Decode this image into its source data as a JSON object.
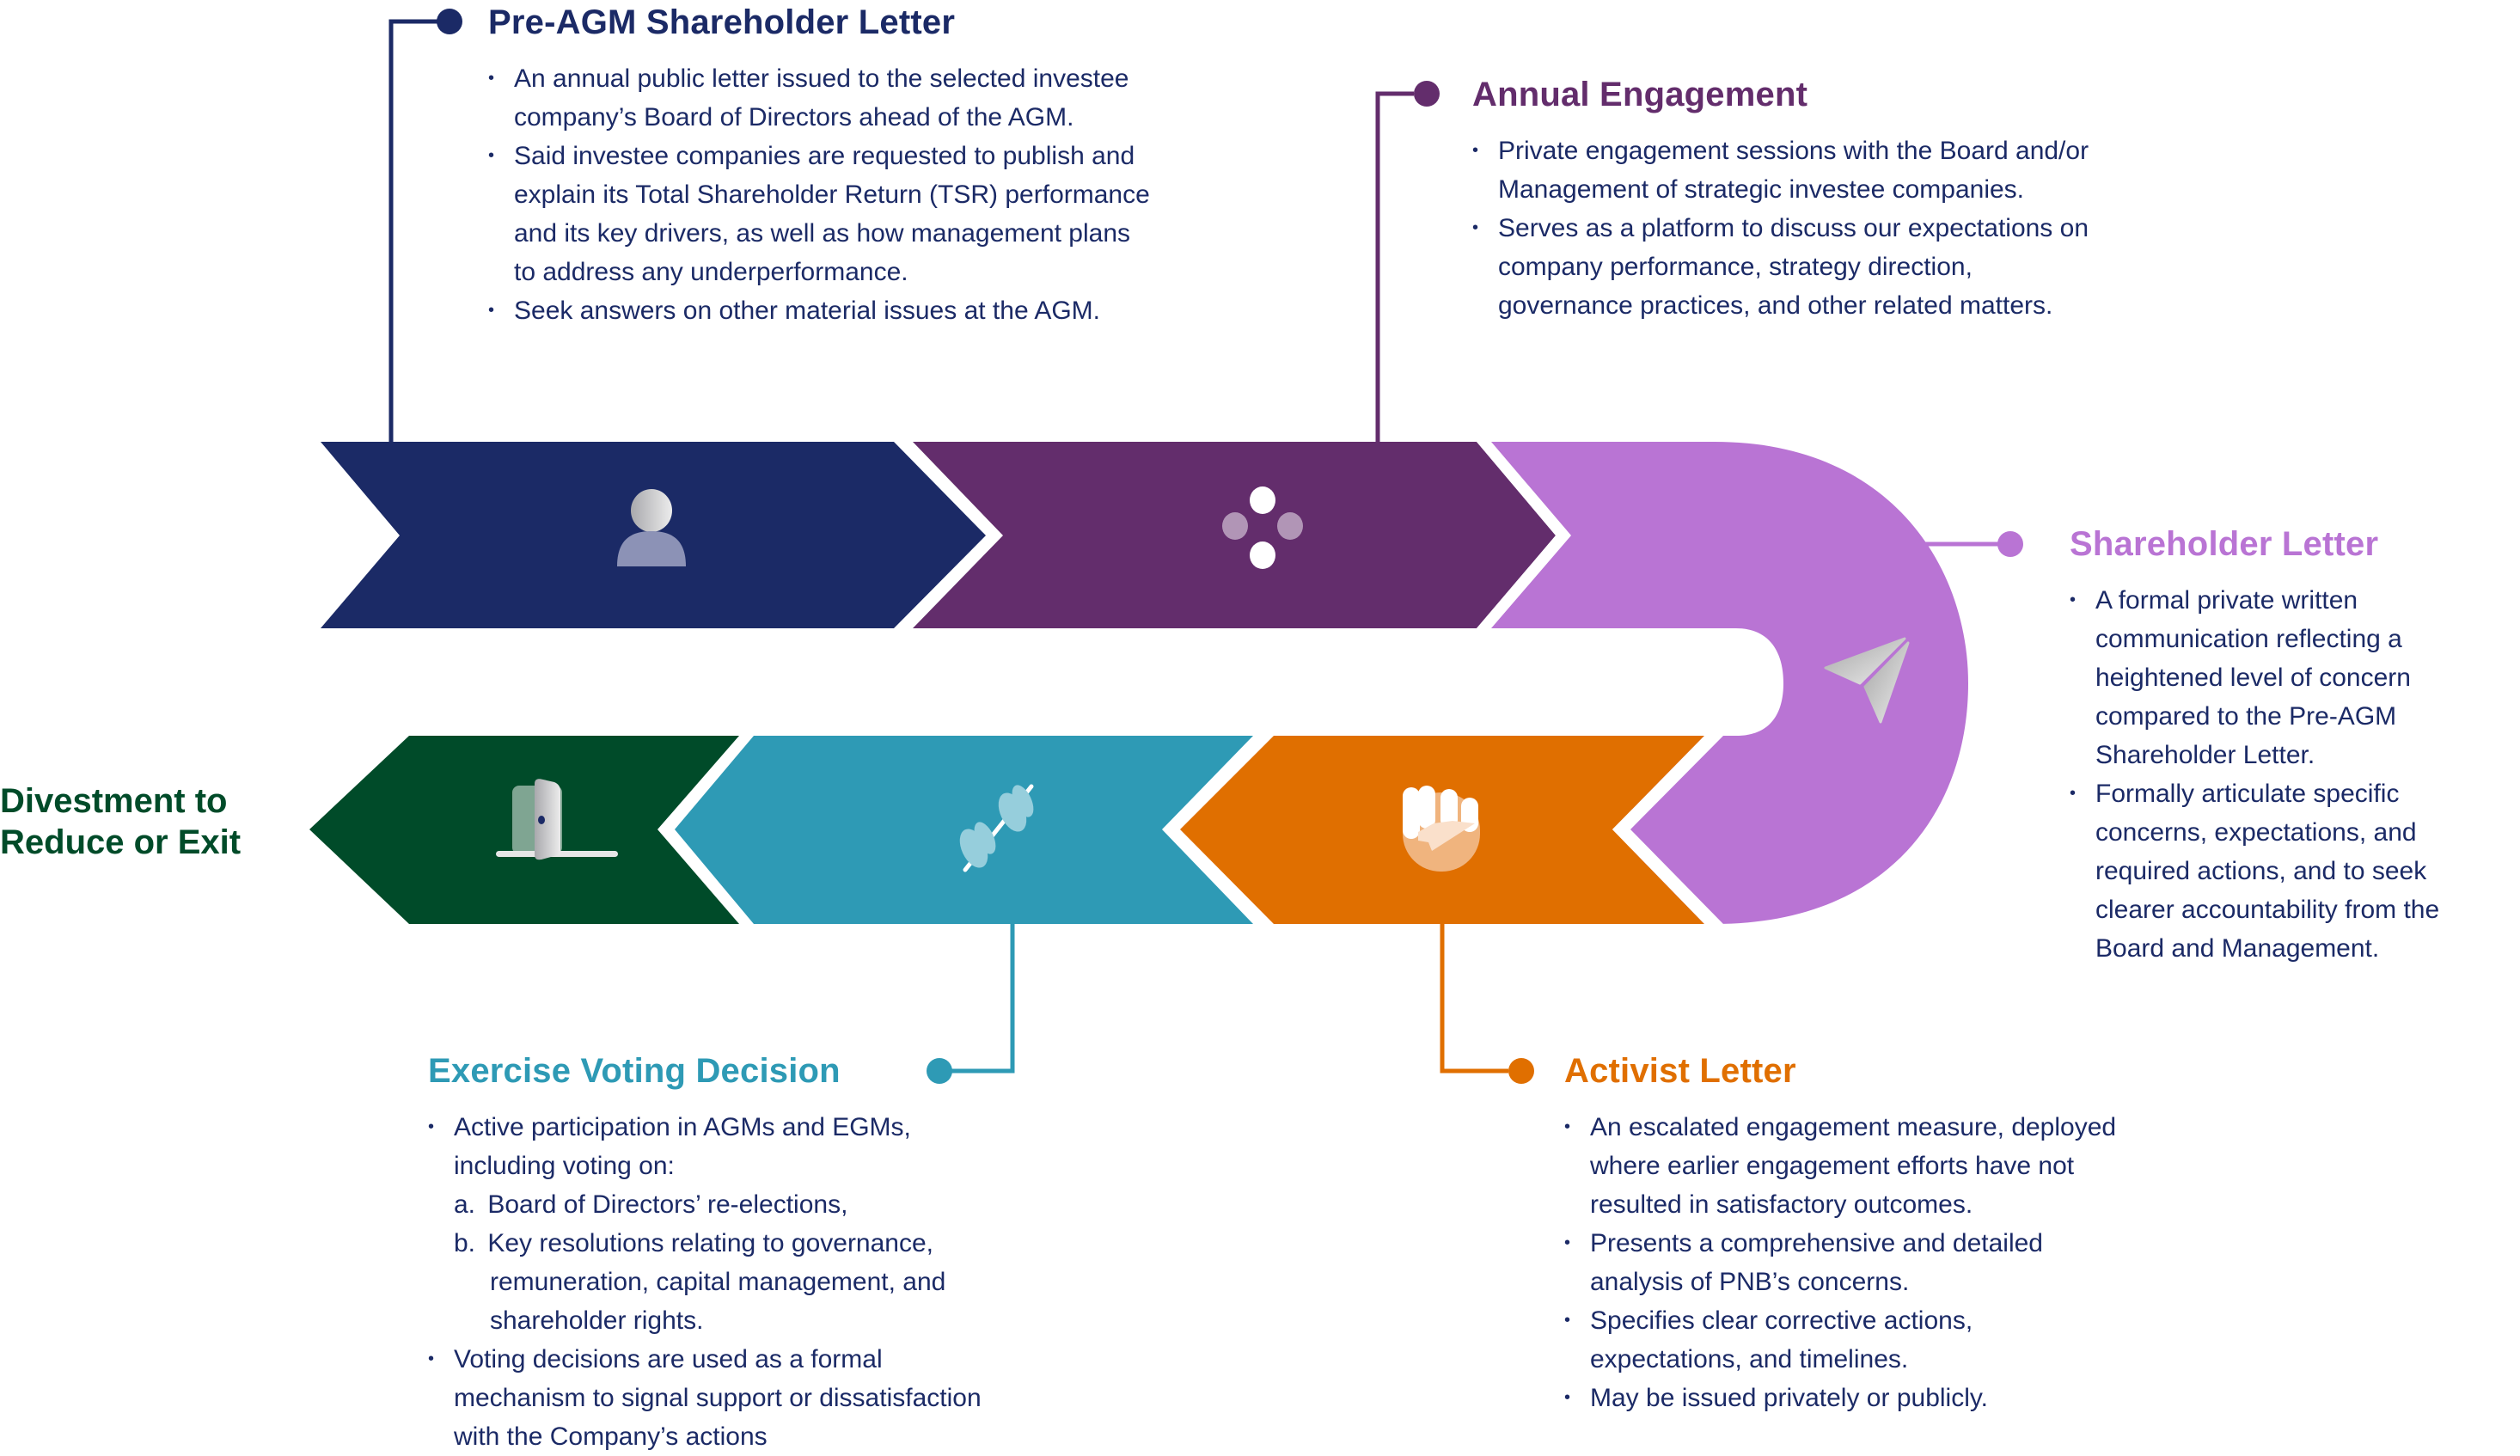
{
  "colors": {
    "navy": "#1b2a66",
    "purple": "#632d6c",
    "lilac": "#b974d4",
    "orange": "#e06f00",
    "teal": "#2e9ab5",
    "green": "#004b29",
    "text": "#1b2a66"
  },
  "stages": [
    {
      "id": "pre-agm",
      "label": "Pre-AGM Shareholder Letter",
      "icon": "person-icon"
    },
    {
      "id": "annual",
      "label": "Annual Engagement",
      "icon": "dots-cluster-icon"
    },
    {
      "id": "shareholder",
      "label": "Shareholder Letter",
      "icon": "paper-plane-icon"
    },
    {
      "id": "activist",
      "label": "Activist Letter",
      "icon": "raised-fist-icon"
    },
    {
      "id": "voting",
      "label": "Exercise Voting Decision",
      "icon": "vote-lever-icon"
    },
    {
      "id": "divest",
      "label": "Divestment to Reduce or Exit",
      "icon": "open-door-icon"
    }
  ],
  "pre_agm": {
    "title": "Pre-AGM Shareholder Letter",
    "lines": [
      {
        "t": "An annual public letter issued to the selected investee",
        "b": true
      },
      {
        "t": "company’s Board of Directors ahead of the AGM.",
        "b": false
      },
      {
        "t": "Said investee companies are requested to publish and",
        "b": true
      },
      {
        "t": "explain its Total Shareholder Return (TSR) performance",
        "b": false
      },
      {
        "t": "and its key drivers, as well as how management plans",
        "b": false
      },
      {
        "t": "to address any underperformance.",
        "b": false
      },
      {
        "t": "Seek  answers on other material issues at the AGM.",
        "b": true
      }
    ]
  },
  "annual": {
    "title": "Annual Engagement",
    "lines": [
      {
        "t": "Private engagement sessions with the Board and/or",
        "b": true
      },
      {
        "t": "Management of strategic investee companies.",
        "b": false
      },
      {
        "t": "Serves as a platform to discuss our expectations on",
        "b": true
      },
      {
        "t": "company performance, strategy direction,",
        "b": false
      },
      {
        "t": "governance practices, and other related matters.",
        "b": false
      }
    ]
  },
  "shareholder": {
    "title": "Shareholder Letter",
    "lines": [
      {
        "t": "A formal private written",
        "b": true
      },
      {
        "t": "communication reflecting a",
        "b": false
      },
      {
        "t": "heightened level of concern",
        "b": false
      },
      {
        "t": "compared to the Pre-AGM",
        "b": false
      },
      {
        "t": "Shareholder Letter.",
        "b": false
      },
      {
        "t": "Formally articulate specific",
        "b": true
      },
      {
        "t": "concerns, expectations, and",
        "b": false
      },
      {
        "t": "required actions, and to seek",
        "b": false
      },
      {
        "t": "clearer accountability from the",
        "b": false
      },
      {
        "t": "Board and Management.",
        "b": false
      }
    ]
  },
  "voting": {
    "title": "Exercise Voting Decision",
    "lines": [
      {
        "t": "Active participation in AGMs and EGMs,",
        "b": true
      },
      {
        "t": "including voting on:",
        "b": false
      },
      {
        "t": "Board of Directors’ re-elections,",
        "m": "a."
      },
      {
        "t": "Key resolutions relating to governance,",
        "m": "b."
      },
      {
        "t": "remuneration, capital management, and",
        "c": true
      },
      {
        "t": "shareholder rights.",
        "c": true
      },
      {
        "t": "Voting decisions are used as a formal",
        "b": true
      },
      {
        "t": "mechanism to signal support or dissatisfaction",
        "b": false
      },
      {
        "t": "with the Company’s actions",
        "b": false
      }
    ]
  },
  "activist": {
    "title": "Activist Letter",
    "lines": [
      {
        "t": "An escalated engagement measure, deployed",
        "b": true
      },
      {
        "t": "where earlier engagement efforts have not",
        "b": false
      },
      {
        "t": "resulted in satisfactory outcomes.",
        "b": false
      },
      {
        "t": "Presents a comprehensive and detailed",
        "b": true
      },
      {
        "t": "analysis of PNB’s concerns.",
        "b": false
      },
      {
        "t": "Specifies clear corrective actions,",
        "b": true
      },
      {
        "t": "expectations, and timelines.",
        "b": false
      },
      {
        "t": "May be issued privately or publicly.",
        "b": true
      }
    ]
  },
  "divest": {
    "line1": "Divestment to",
    "line2": "Reduce or Exit"
  }
}
